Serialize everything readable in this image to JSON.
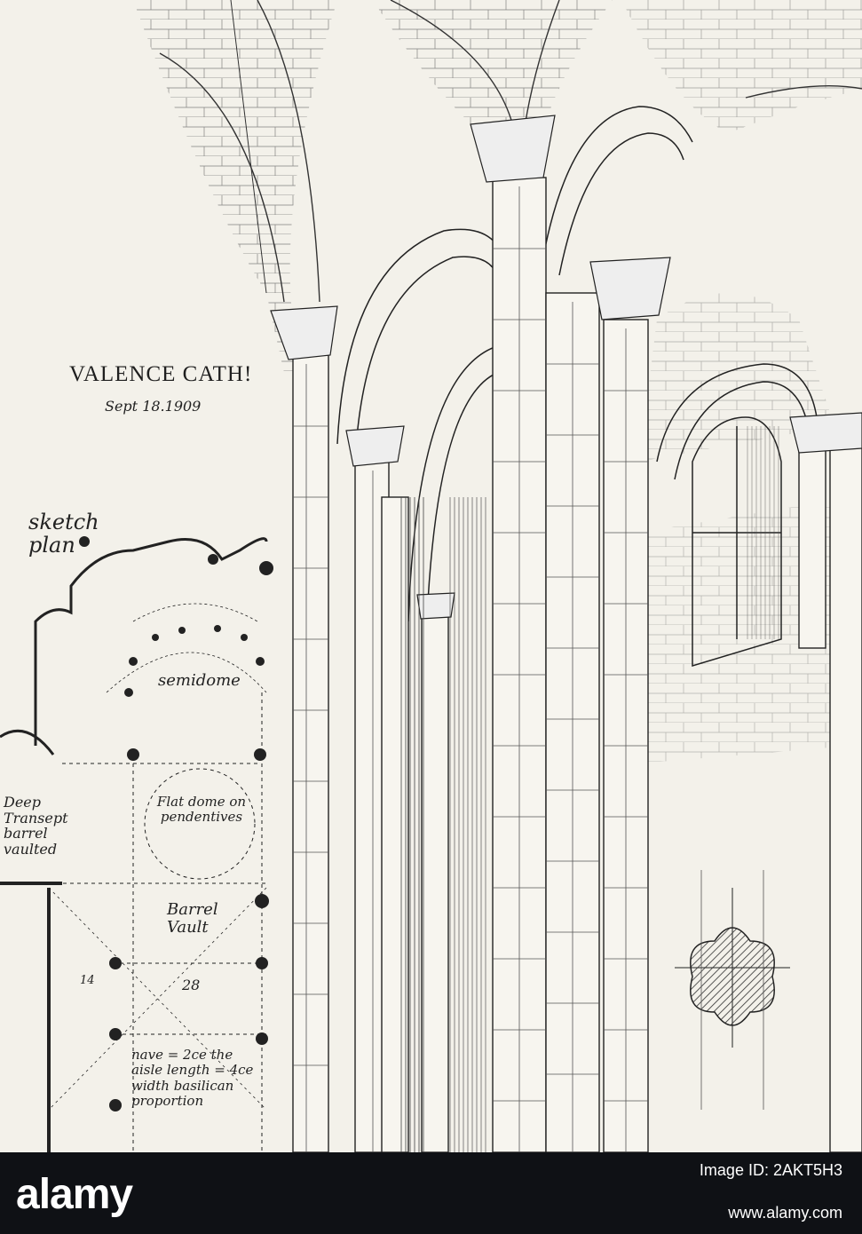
{
  "sketch": {
    "title": "VALENCE CATH!",
    "date": "Sept 18.1909",
    "plan_label": "sketch plan",
    "semidome": "semidome",
    "flat_dome": "Flat dome on pendentives",
    "transept": "Deep Transept barrel vaulted",
    "barrel_vault": "Barrel Vault",
    "dim_small": "14",
    "dim_large": "28",
    "proportion_note": "nave = 2ce the aisle length = 4ce width basilican proportion"
  },
  "stock": {
    "logo": "alamy",
    "image_id": "Image ID: 2AKT5H3",
    "url": "www.alamy.com"
  },
  "colors": {
    "paper": "#f3f1ea",
    "ink": "#222222",
    "bar": "#0f1115"
  }
}
